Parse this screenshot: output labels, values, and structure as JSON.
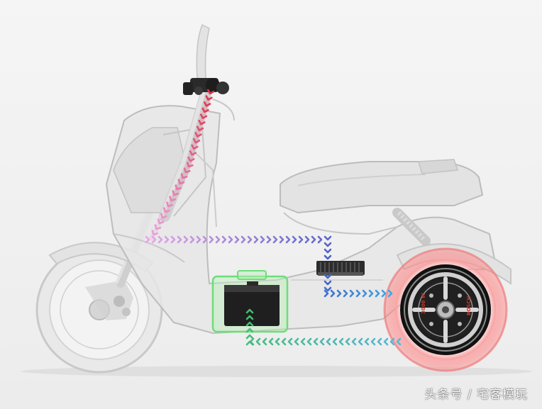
{
  "watermark": {
    "text": "头条号 / 宅客模玩"
  },
  "motor": {
    "brand_text": "BOSCH",
    "code_text": "3000 W"
  },
  "colors": {
    "frame_line": "#bdbdbd",
    "frame_fill": "#dedede",
    "battery_glow": "#6fdc7a",
    "motor_glow": "#ff6b6b",
    "flow_red": "#e0314b",
    "flow_purple": "#b35fd0",
    "flow_blue": "#3a7bd5",
    "flow_green": "#3fbf6a"
  }
}
